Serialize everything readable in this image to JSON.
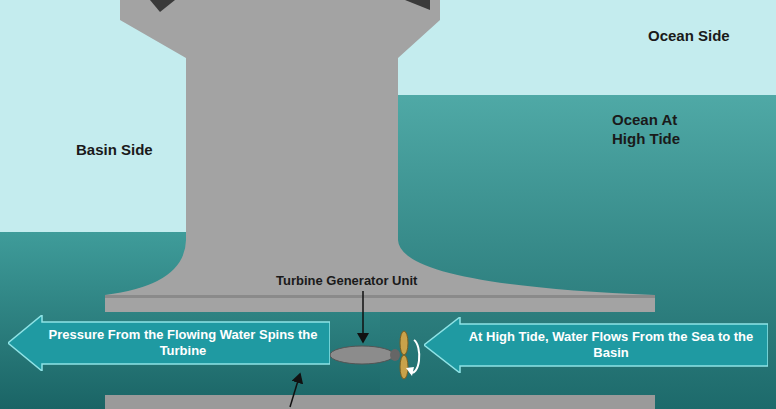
{
  "diagram": {
    "nodes": [
      {
        "text": [
          "Pressure From the Flowing Water Spins the Turbine"
        ]
      },
      {
        "text": [
          "At High Tide, Water Flows From the Sea to the Basin"
        ]
      }
    ],
    "labels": [
      "Ocean Side",
      "Basin Side",
      "Ocean At High Tide",
      "Turbine Generator Unit"
    ]
  }
}
